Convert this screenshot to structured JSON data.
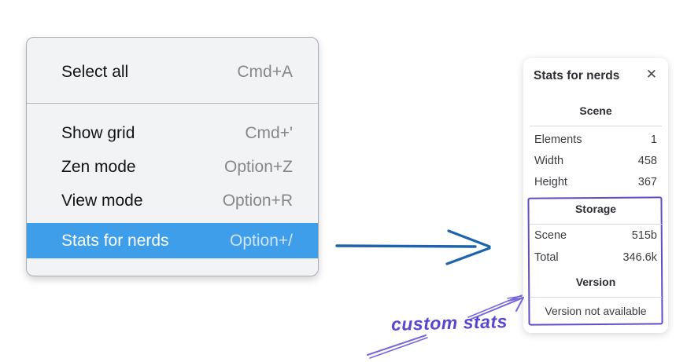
{
  "context_menu": {
    "items": [
      {
        "label": "Select all",
        "shortcut": "Cmd+A",
        "highlighted": false
      },
      {
        "label": "Show grid",
        "shortcut": "Cmd+'",
        "highlighted": false
      },
      {
        "label": "Zen mode",
        "shortcut": "Option+Z",
        "highlighted": false
      },
      {
        "label": "View mode",
        "shortcut": "Option+R",
        "highlighted": false
      },
      {
        "label": "Stats for nerds",
        "shortcut": "Option+/",
        "highlighted": true
      }
    ]
  },
  "stats_panel": {
    "title": "Stats for nerds",
    "close_glyph": "✕",
    "scene": {
      "heading": "Scene",
      "rows": [
        {
          "label": "Elements",
          "value": "1"
        },
        {
          "label": "Width",
          "value": "458"
        },
        {
          "label": "Height",
          "value": "367"
        }
      ]
    },
    "storage": {
      "heading": "Storage",
      "rows": [
        {
          "label": "Scene",
          "value": "515b"
        },
        {
          "label": "Total",
          "value": "346.6k"
        }
      ]
    },
    "version": {
      "heading": "Version",
      "note": "Version not available"
    }
  },
  "annotations": {
    "custom_stats_label": "custom stats"
  },
  "colors": {
    "menu_highlight": "#3f9eea",
    "arrow_blue": "#1d63ae",
    "annotation_purple": "#6a58d6"
  }
}
